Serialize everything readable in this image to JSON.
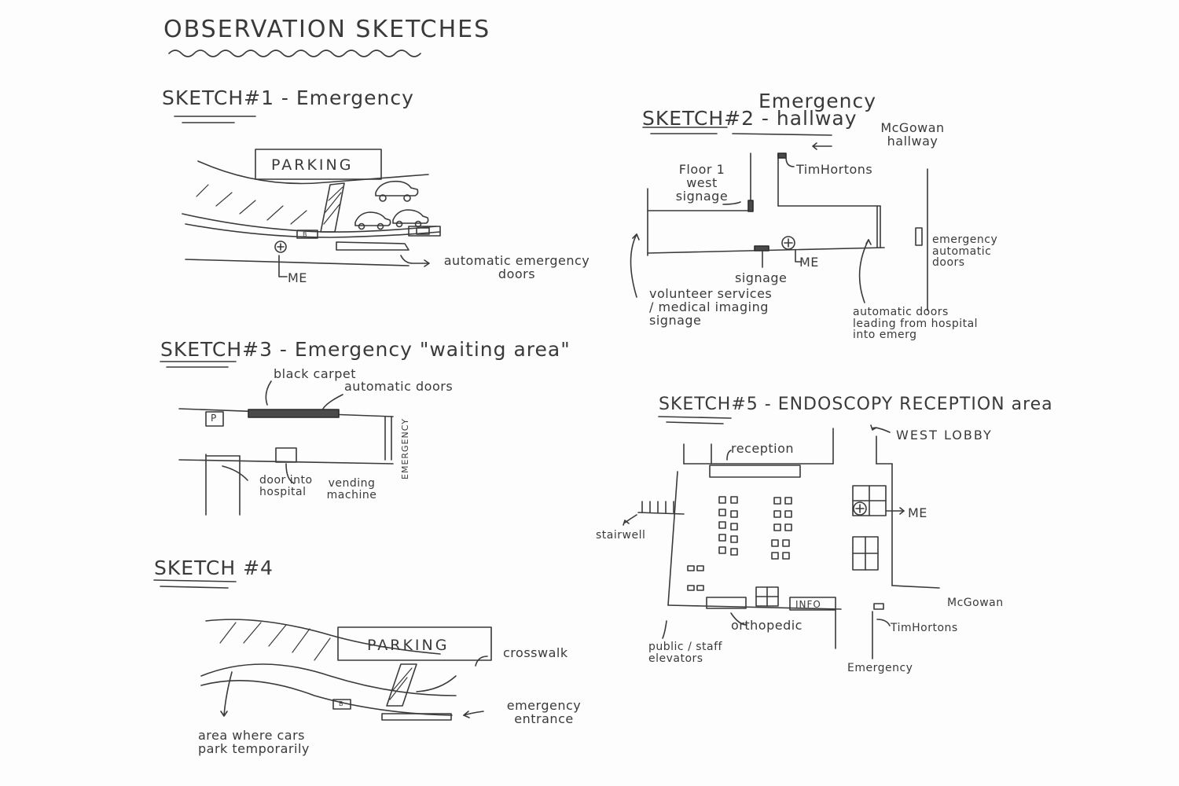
{
  "title": "OBSERVATION SKETCHES",
  "sketch1": {
    "heading": "SKETCH#1 - Emergency",
    "parking": "PARKING",
    "b_sign": "B",
    "me": "ME",
    "doors_label": "automatic emergency doors"
  },
  "sketch2": {
    "heading": "SKETCH#2 - Emergency hallway",
    "heading_line1": "Emergency",
    "heading_line2": "SKETCH#2 - hallway",
    "mcgowan": "McGowan hallway",
    "timhortons": "TimHortons",
    "floor_signage": "Floor 1 west signage",
    "me": "ME",
    "signage": "signage",
    "volunteer": "volunteer services / medical imaging signage",
    "emergency_doors": "emergency automatic doors",
    "auto_doors": "automatic doors leading from hospital into emerg"
  },
  "sketch3": {
    "heading": "SKETCH#3 - Emergency \"waiting area\"",
    "black_carpet": "black carpet",
    "automatic_doors": "automatic doors",
    "p_sign": "P",
    "emergency_sign": "EMERGENCY",
    "door_into": "door into hospital",
    "vending": "vending machine"
  },
  "sketch4": {
    "heading": "SKETCH #4",
    "parking": "PARKING",
    "crosswalk": "crosswalk",
    "b_sign": "B",
    "entrance": "emergency entrance",
    "area": "area where cars park temporarily"
  },
  "sketch5": {
    "heading": "SKETCH#5 - ENDOSCOPY RECEPTION area",
    "reception": "reception",
    "west_lobby": "WEST LOBBY",
    "stairwell": "stairwell",
    "me": "ME",
    "orthopedic": "orthopedic",
    "info": "INFO",
    "mcgowan": "McGowan",
    "timhortons": "TimHortons",
    "elevators": "public / staff elevators",
    "emergency": "Emergency"
  }
}
